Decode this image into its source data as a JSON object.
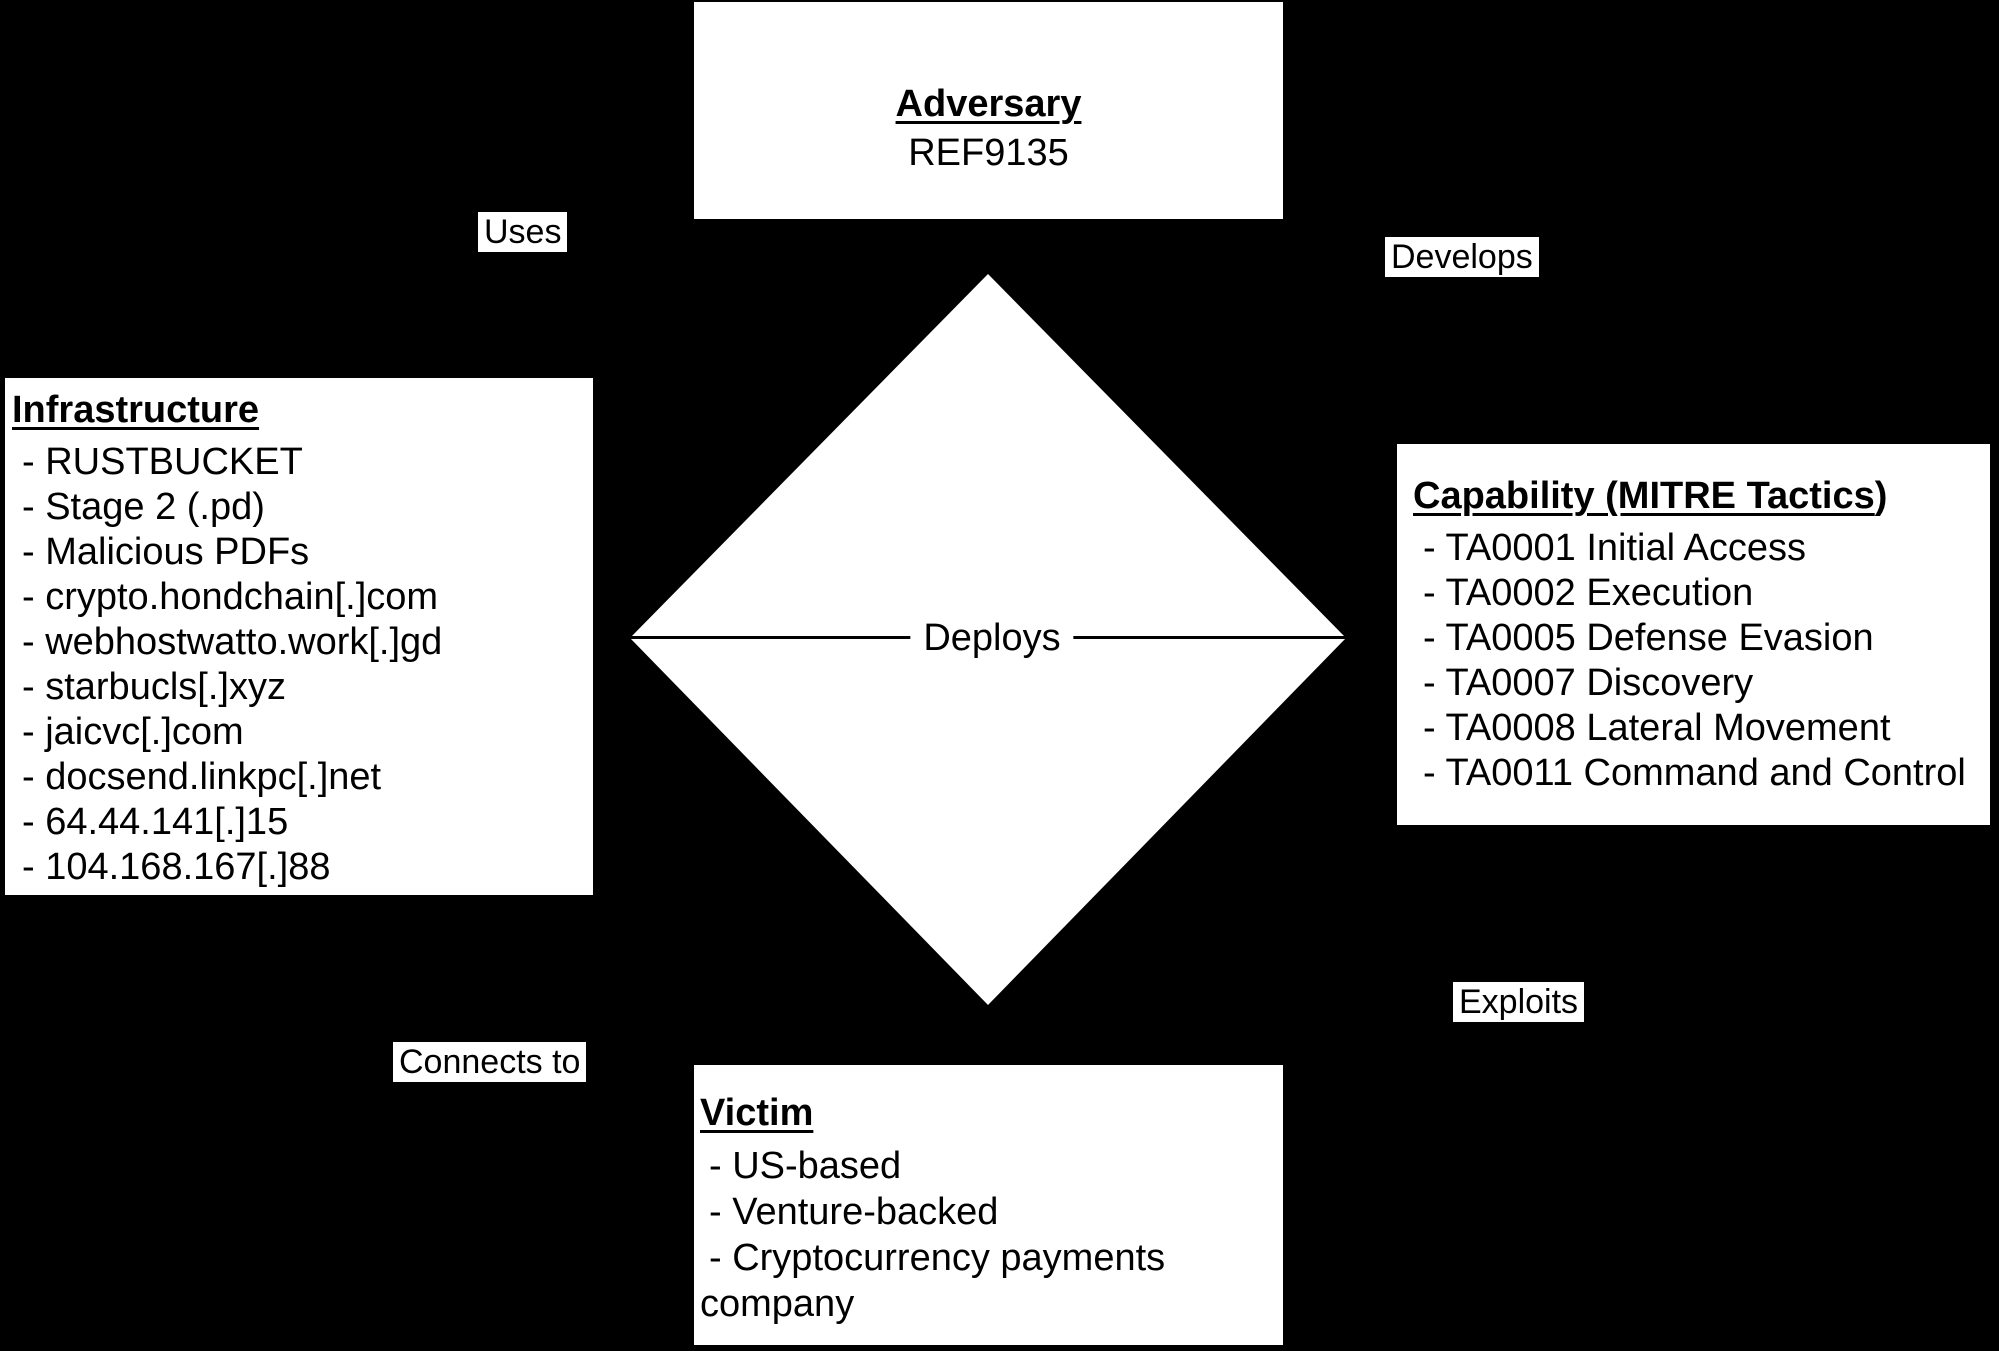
{
  "diagram": {
    "adversary": {
      "title": "Adversary",
      "name": "REF9135"
    },
    "infrastructure": {
      "title": "Infrastructure",
      "items": [
        "- RUSTBUCKET",
        "- Stage 2 (.pd)",
        "- Malicious PDFs",
        "- crypto.hondchain[.]com",
        "- webhostwatto.work[.]gd",
        "- starbucls[.]xyz",
        "- jaicvc[.]com",
        "- docsend.linkpc[.]net",
        "- 64.44.141[.]15",
        "- 104.168.167[.]88"
      ]
    },
    "capability": {
      "title": "Capability (MITRE Tactics",
      "title_suffix": ")",
      "items": [
        "- TA0001 Initial Access",
        "- TA0002 Execution",
        "- TA0005 Defense Evasion",
        "- TA0007 Discovery",
        "- TA0008 Lateral Movement",
        "- TA0011 Command and Control"
      ]
    },
    "victim": {
      "title": "Victim",
      "items": [
        "- US-based",
        "- Venture-backed",
        "- Cryptocurrency payments company"
      ]
    },
    "edges": {
      "uses": "Uses",
      "develops": "Develops",
      "connects_to": "Connects to",
      "exploits": "Exploits",
      "deploys": "Deploys"
    },
    "colors": {
      "background": "#000000",
      "box_fill": "#ffffff",
      "text": "#000000"
    }
  }
}
